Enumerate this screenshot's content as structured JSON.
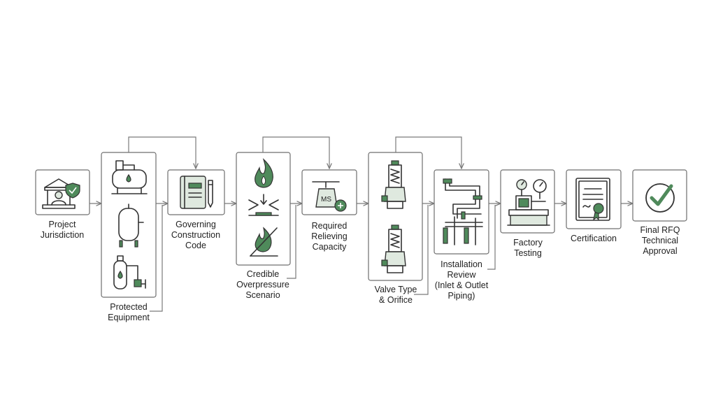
{
  "nodes": [
    {
      "id": "jurisdiction",
      "label": "Project\nJurisdiction",
      "icon": "courthouse-shield-icon"
    },
    {
      "id": "equipment",
      "label": "Protected\nEquipment",
      "icon": "vessels-icon"
    },
    {
      "id": "code",
      "label": "Governing\nConstruction\nCode",
      "icon": "code-book-icon"
    },
    {
      "id": "scenario",
      "label": "Credible\nOverpressure\nScenario",
      "icon": "fire-rupture-icon"
    },
    {
      "id": "capacity",
      "label": "Required\nRelieving\nCapacity",
      "icon": "scale-icon"
    },
    {
      "id": "valve",
      "label": "Valve Type\n& Orifice",
      "icon": "relief-valve-icon"
    },
    {
      "id": "installation",
      "label": "Installation\nReview\n(Inlet & Outlet\nPiping)",
      "icon": "piping-icon"
    },
    {
      "id": "testing",
      "label": "Factory\nTesting",
      "icon": "test-bench-icon"
    },
    {
      "id": "certification",
      "label": "Certification",
      "icon": "certificate-icon"
    },
    {
      "id": "approval",
      "label": "Final RFQ\nTechnical\nApproval",
      "icon": "checkmark-icon"
    }
  ],
  "scale_text": "MS",
  "colors": {
    "accent": "#4f8a5b",
    "accent_light": "#dfe9df",
    "stroke": "#6f6f6f",
    "line": "#7a7a7a",
    "text": "#222222"
  }
}
